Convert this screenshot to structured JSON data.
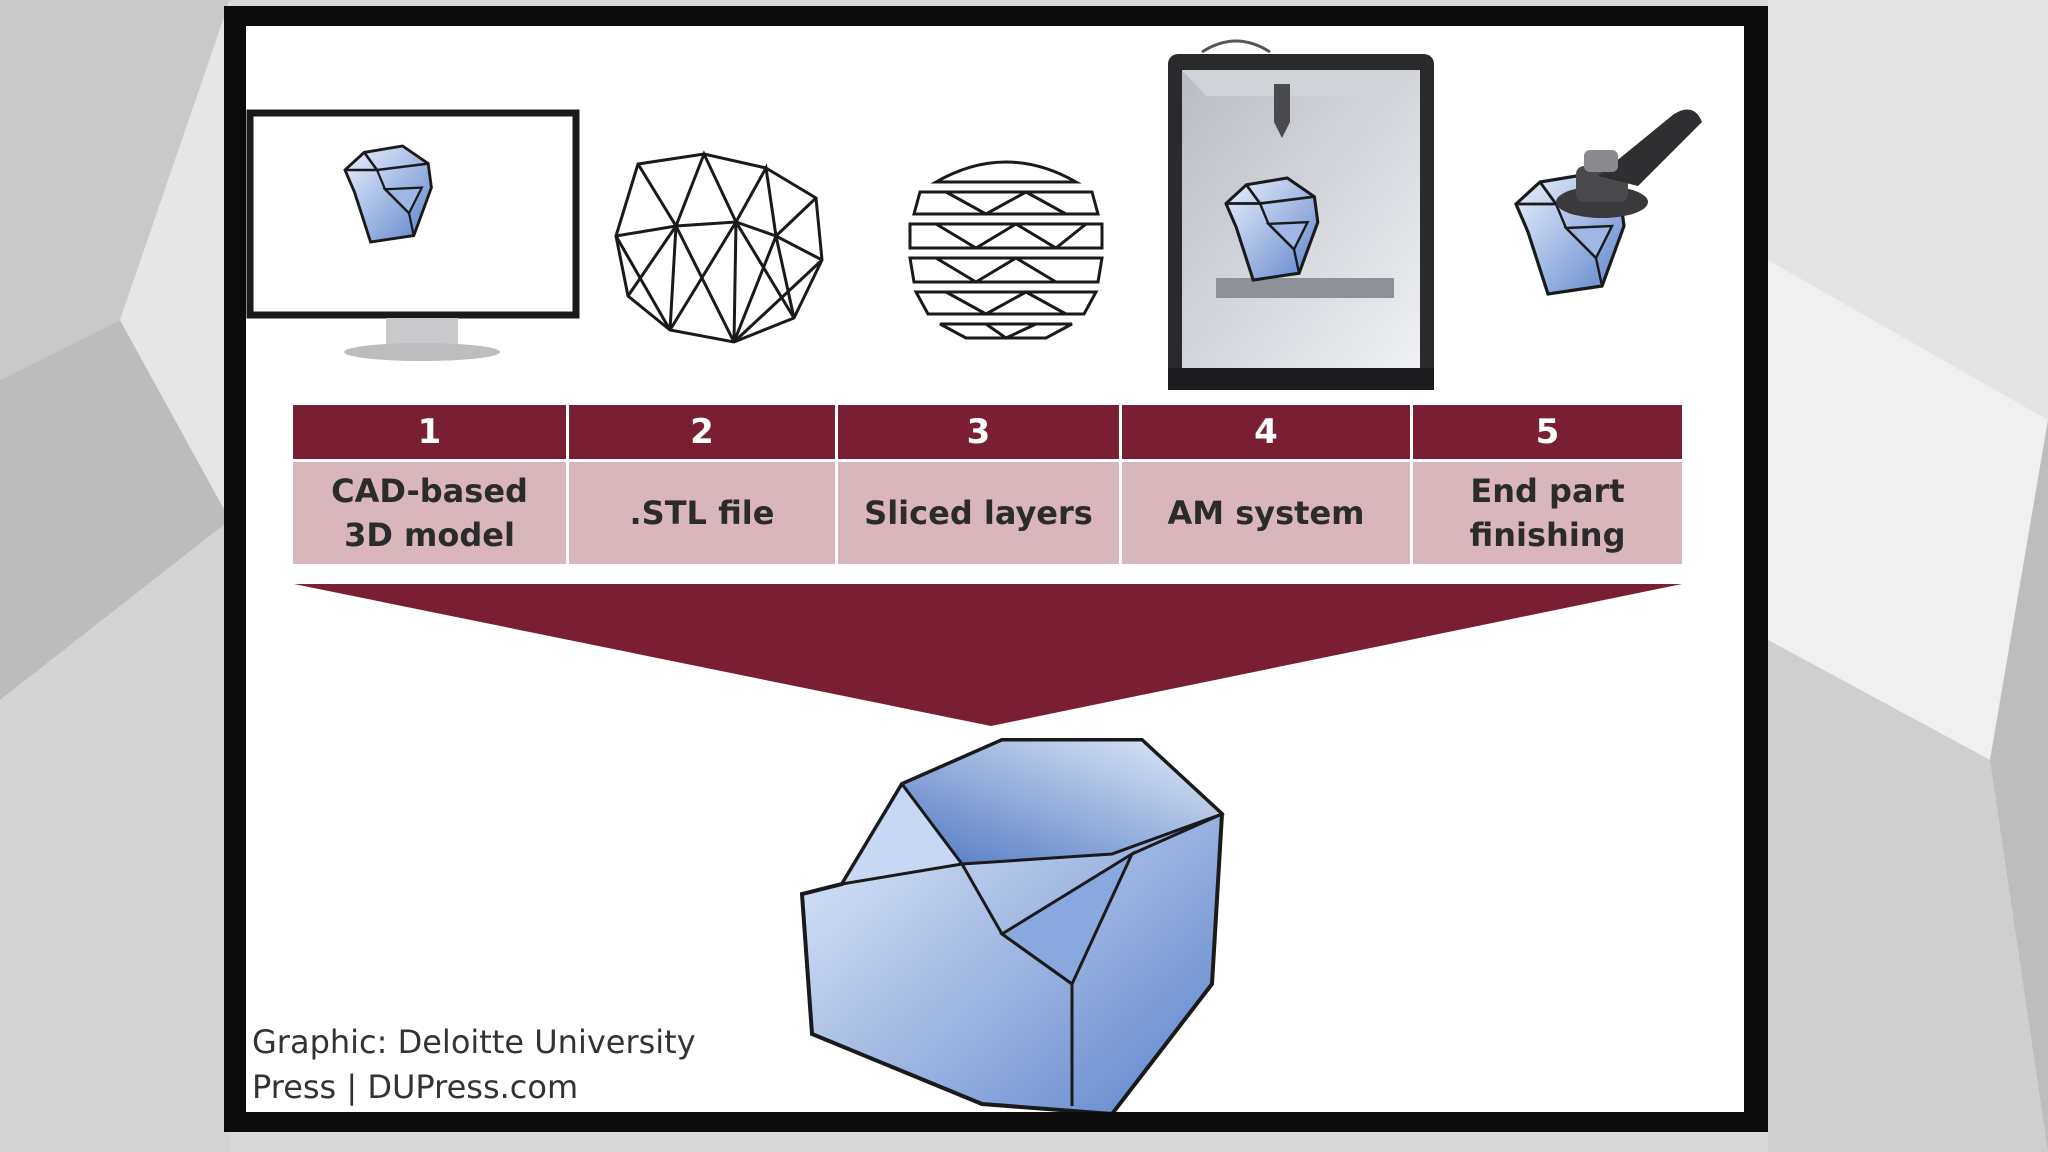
{
  "steps": [
    {
      "number": "1",
      "label": "CAD-based\n3D model",
      "icon": "monitor-with-3d-model-icon"
    },
    {
      "number": "2",
      "label": ".STL file",
      "icon": "wireframe-mesh-icon"
    },
    {
      "number": "3",
      "label": "Sliced layers",
      "icon": "sliced-layers-icon"
    },
    {
      "number": "4",
      "label": "AM system",
      "icon": "3d-printer-icon"
    },
    {
      "number": "5",
      "label": "End part\nfinishing",
      "icon": "grinder-finishing-icon"
    }
  ],
  "credit": "Graphic: Deloitte University\nPress | DUPress.com",
  "colors": {
    "header_bar": "#7a1f33",
    "label_cell": "#d9b6bb",
    "funnel": "#7a1f33",
    "solid_light": "#dbe6fb",
    "solid_dark": "#5b83cc",
    "frame": "#0b0b0b"
  },
  "final_part_icon": "finished-polyhedron-icon"
}
